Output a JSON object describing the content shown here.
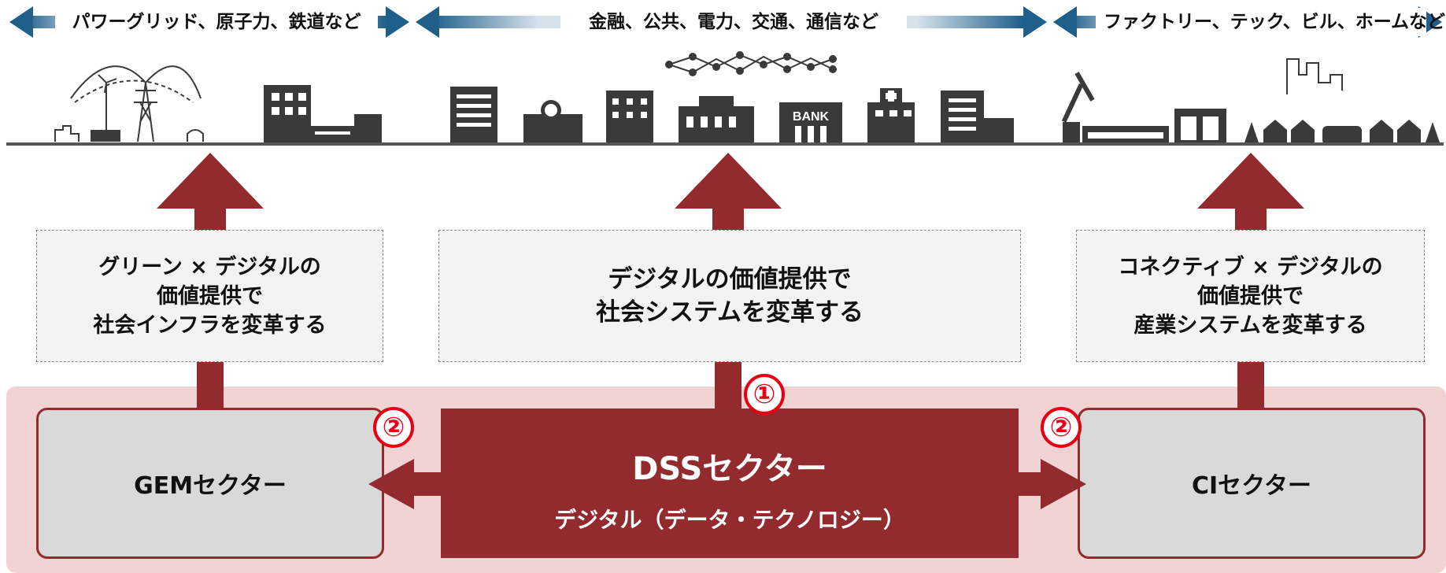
{
  "top_bar": {
    "left_label": "パワーグリッド、原子力、鉄道など",
    "center_label": "金融、公共、電力、交通、通信など",
    "right_label": "ファクトリー、テック、ビル、ホームなど"
  },
  "bank_sign": "BANK",
  "value_boxes": {
    "left": [
      "グリーン × デジタルの",
      "価値提供で",
      "社会インフラを変革する"
    ],
    "center": [
      "デジタルの価値提供で",
      "社会システムを変革する"
    ],
    "right": [
      "コネクティブ × デジタルの",
      "価値提供で",
      "産業システムを変革する"
    ]
  },
  "sectors": {
    "gem": "GEMセクター",
    "dss_title": "DSSセクター",
    "dss_subtitle": "デジタル（データ・テクノロジー）",
    "ci": "CIセクター"
  },
  "badges": {
    "one": "①",
    "two": "②"
  },
  "colors": {
    "accent_red": "#932a2e",
    "badge_red": "#e60012",
    "blue_arrow": "#1f5f8a",
    "box_bg": "#f3f3f3",
    "sector_bg": "#d9d9d9"
  },
  "icons": [
    "power-grid-icon",
    "office-train-icon",
    "city-buildings-icon",
    "network-icon",
    "bank-icon",
    "hospital-icon",
    "factory-robot-icon",
    "smart-home-icon"
  ]
}
